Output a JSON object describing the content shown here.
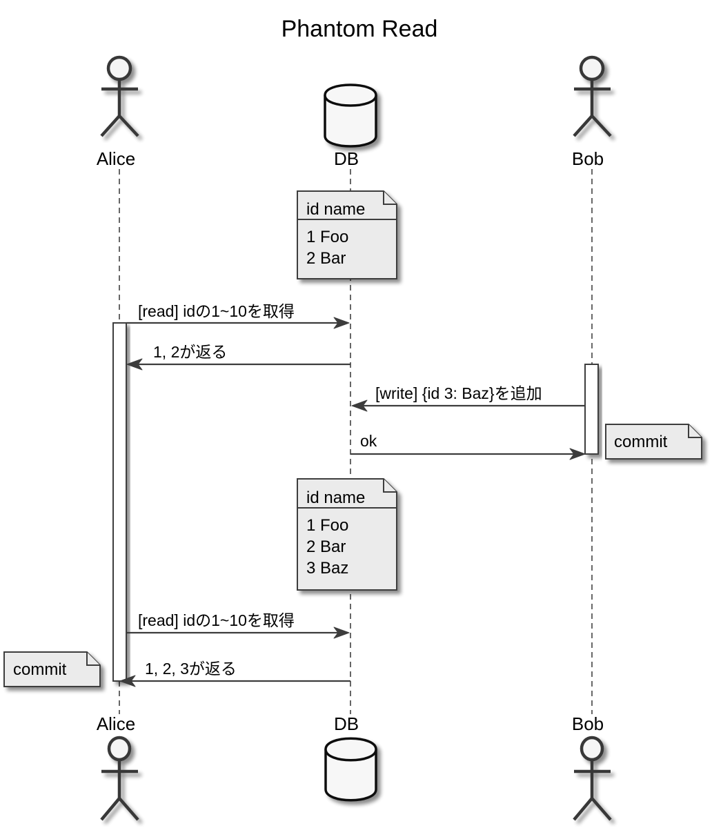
{
  "title": "Phantom Read",
  "participants": [
    {
      "id": "alice",
      "label": "Alice",
      "kind": "actor"
    },
    {
      "id": "db",
      "label": "DB",
      "kind": "database"
    },
    {
      "id": "bob",
      "label": "Bob",
      "kind": "actor"
    }
  ],
  "messages": [
    {
      "from": "alice",
      "to": "db",
      "label": "[read] idの1~10を取得"
    },
    {
      "from": "db",
      "to": "alice",
      "label": "1, 2が返る"
    },
    {
      "from": "bob",
      "to": "db",
      "label": "[write] {id 3: Baz}を追加"
    },
    {
      "from": "db",
      "to": "bob",
      "label": "ok"
    },
    {
      "from": "alice",
      "to": "db",
      "label": "[read] idの1~10を取得"
    },
    {
      "from": "db",
      "to": "alice",
      "label": "1, 2, 3が返る"
    }
  ],
  "notes": [
    {
      "over": "db",
      "header": "id name",
      "rows": [
        "1 Foo",
        "2 Bar"
      ]
    },
    {
      "right_of": "bob",
      "text": "commit"
    },
    {
      "over": "db",
      "header": "id name",
      "rows": [
        "1 Foo",
        "2 Bar",
        "3 Baz"
      ]
    },
    {
      "left_of": "alice",
      "text": "commit"
    }
  ],
  "colors": {
    "line": "#3c3c3c",
    "note_fill": "#ebebeb",
    "participant_fill": "#f7f7f7",
    "background": "#ffffff"
  }
}
